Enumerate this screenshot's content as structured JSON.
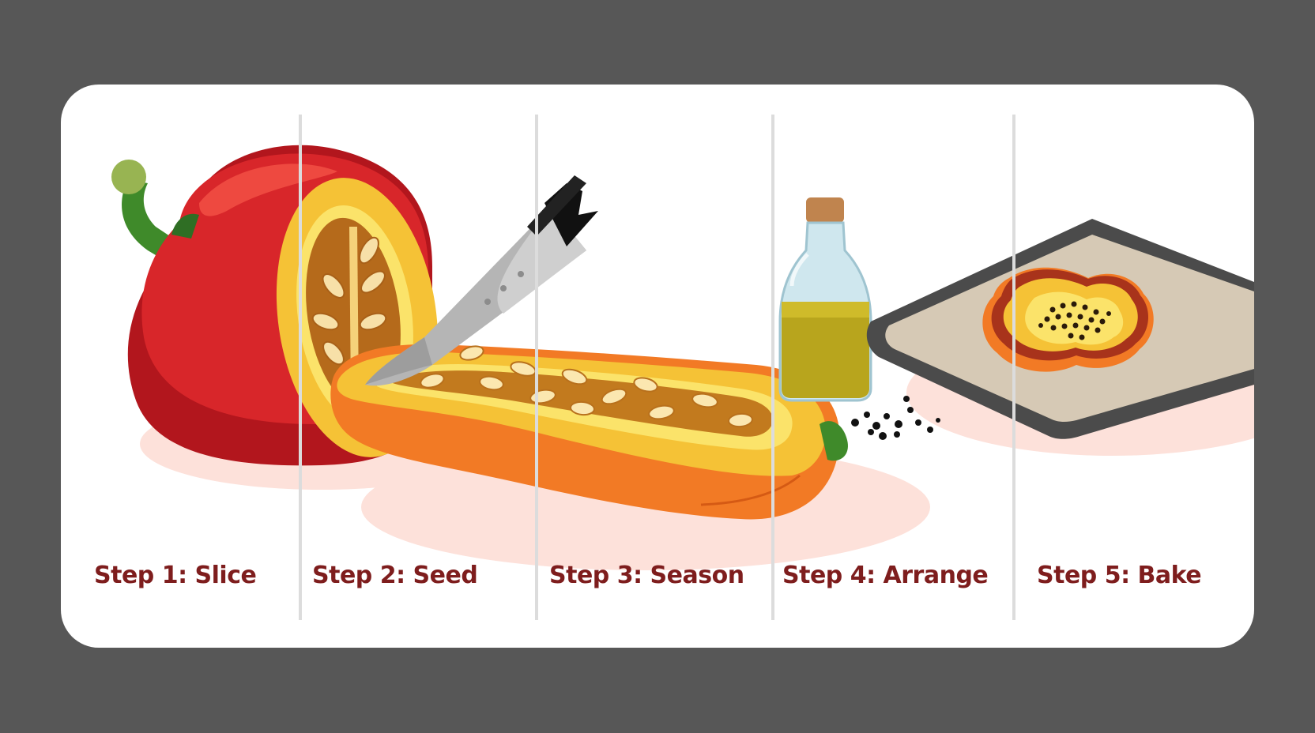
{
  "steps": [
    {
      "label": "Step 1: Slice"
    },
    {
      "label": "Step 2: Seed"
    },
    {
      "label": "Step 3: Season"
    },
    {
      "label": "Step 4: Arrange"
    },
    {
      "label": "Step 5: Bake"
    }
  ],
  "colors": {
    "background": "#575757",
    "card": "#ffffff",
    "label_text": "#7e1d1d",
    "pepper_red": "#d8262a",
    "squash_orange": "#f27a25",
    "squash_flesh": "#f5c236",
    "oil": "#b8a51d"
  },
  "icons": [
    "red-pepper-icon",
    "knife-icon",
    "squash-icon",
    "oil-bottle-icon",
    "pepper-flakes-icon",
    "baking-tray-icon"
  ]
}
